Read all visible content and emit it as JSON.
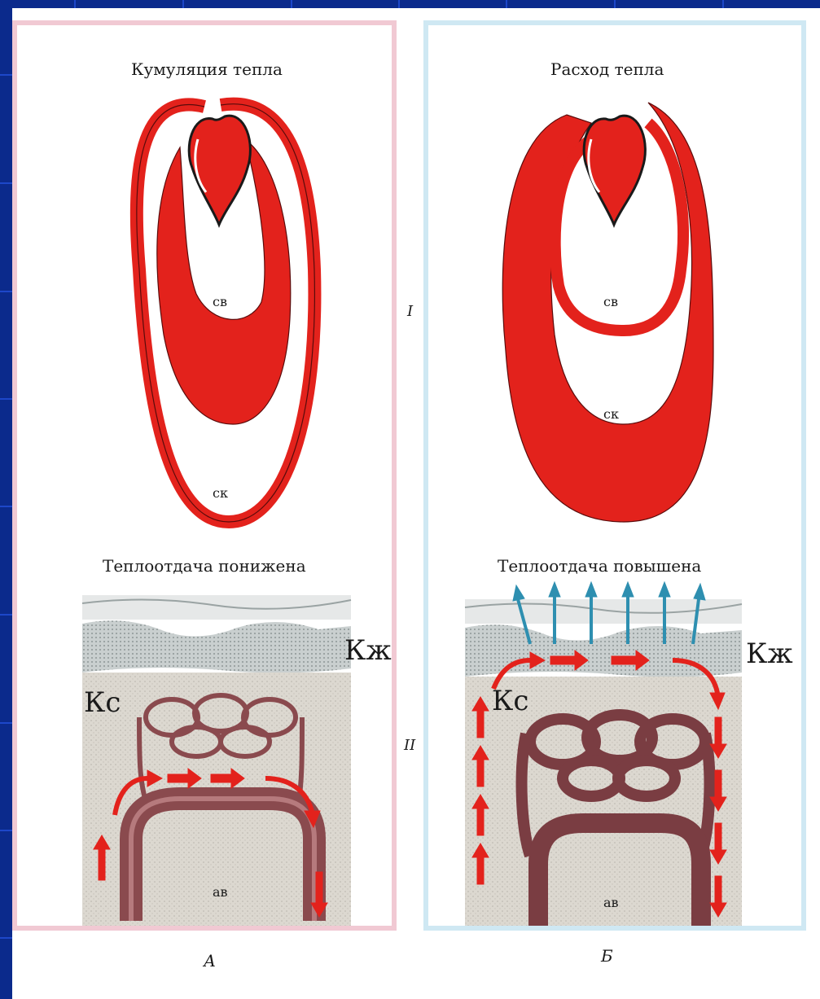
{
  "colors": {
    "background": "#0b2a8c",
    "sheet": "#ffffff",
    "blood": "#e3221c",
    "vessel": "#8a4a4e",
    "tissue": "#d9d6d0",
    "heat_arrow": "#2e8fb0",
    "panel_a_border": "#f1c9d3",
    "panel_b_border": "#cfe8f3"
  },
  "panel_a": {
    "title": "Кумуляция тепла",
    "label_sv": "св",
    "label_sk": "ск",
    "subtitle": "Теплоотдача понижена",
    "label_kzh": "Кж",
    "label_ks": "Кс",
    "label_av": "ав",
    "letter": "А"
  },
  "panel_b": {
    "title": "Расход тепла",
    "label_sv": "св",
    "label_sk": "ск",
    "subtitle": "Теплоотдача повышена",
    "label_kzh": "Кж",
    "label_ks": "Кс",
    "label_av": "ав",
    "letter": "Б"
  },
  "row_labels": {
    "top": "I",
    "bottom": "II"
  },
  "icons": [
    "heart-icon",
    "heat-arrow-icon",
    "blood-flow-arrow-icon"
  ]
}
